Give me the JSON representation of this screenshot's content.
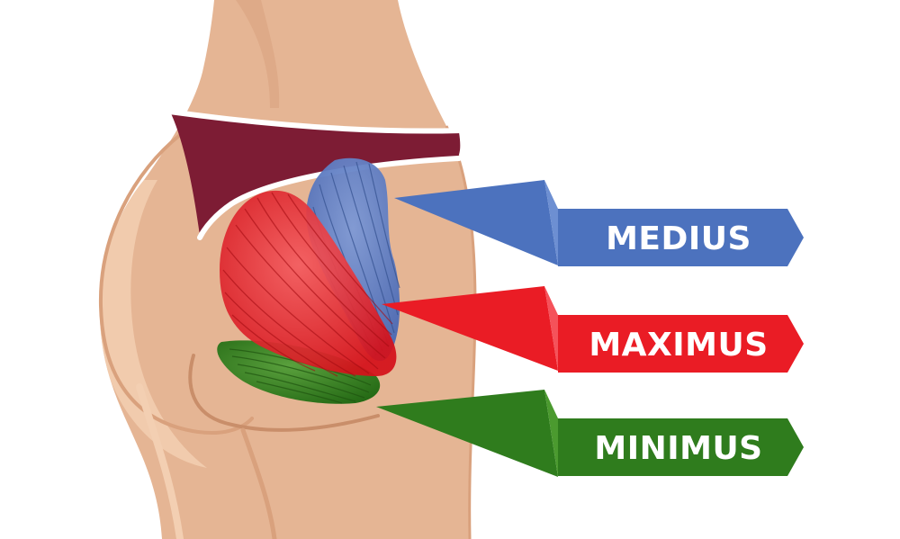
{
  "labels": {
    "medius": "MEDIUS",
    "maximus": "MAXIMUS",
    "minimus": "MINIMUS"
  },
  "colors": {
    "skin": "#e5b594",
    "skin_shadow": "#d9a17d",
    "skin_highlight": "#f3cfb2",
    "underwear": "#7d1c34",
    "medius": "#4c72be",
    "maximus": "#ea1c25",
    "minimus": "#2f7c1d"
  }
}
